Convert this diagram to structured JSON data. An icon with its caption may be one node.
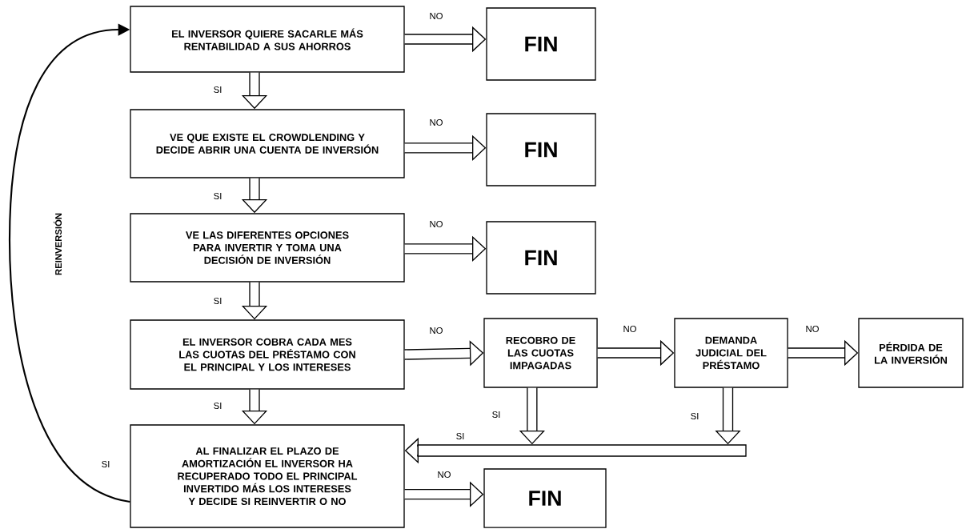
{
  "diagram": {
    "nodes": [
      {
        "text": [
          "EL INVERSOR QUIERE SACARLE MÁS RENTABILIDAD A SUS AHORROS"
        ]
      },
      {
        "text": [
          "FIN"
        ]
      },
      {
        "text": [
          "VE QUE EXISTE EL CROWDLENDING Y DECIDE ABRIR UNA CUENTA DE INVERSIÓN"
        ]
      },
      {
        "text": [
          "FIN"
        ]
      },
      {
        "text": [
          "VE LAS DIFERENTES OPCIONES PARA INVERTIR Y TOMA UNA DECISIÓN DE INVERSIÓN"
        ]
      },
      {
        "text": [
          "FIN"
        ]
      },
      {
        "text": [
          "EL INVERSOR COBRA CADA MES LAS CUOTAS DEL PRÉSTAMO CON EL PRINCIPAL Y LOS INTERESES"
        ]
      },
      {
        "text": [
          "RECOBRO DE LAS CUOTAS IMPAGADAS"
        ]
      },
      {
        "text": [
          "DEMANDA JUDICIAL DEL PRÉSTAMO"
        ]
      },
      {
        "text": [
          "PÉRDIDA DE LA INVERSIÓN"
        ]
      },
      {
        "text": [
          "AL FINALIZAR EL PLAZO DE AMORTIZACIÓN EL INVERSOR HA RECUPERADO TODO EL PRINCIPAL INVERTIDO MÁS LOS INTERESES Y DECIDE SI REINVERTIR O NO"
        ]
      },
      {
        "text": [],
        "shape": "bar"
      },
      {
        "text": [
          "FIN"
        ]
      }
    ],
    "edges": [
      {
        "from": 0,
        "to": 1,
        "arrow": "to",
        "label": "NO"
      },
      {
        "from": 0,
        "to": 2,
        "arrow": "to",
        "label": "SI"
      },
      {
        "from": 2,
        "to": 3,
        "arrow": "to",
        "label": "NO"
      },
      {
        "from": 2,
        "to": 4,
        "arrow": "to",
        "label": "SI"
      },
      {
        "from": 4,
        "to": 5,
        "arrow": "to",
        "label": "NO"
      },
      {
        "from": 4,
        "to": 6,
        "arrow": "to",
        "label": "SI"
      },
      {
        "from": 6,
        "to": 7,
        "arrow": "to",
        "label": "NO"
      },
      {
        "from": 7,
        "to": 8,
        "arrow": "to",
        "label": "NO"
      },
      {
        "from": 8,
        "to": 9,
        "arrow": "to",
        "label": "NO"
      },
      {
        "from": 6,
        "to": 10,
        "arrow": "to",
        "label": "SI"
      },
      {
        "from": 7,
        "to": 11,
        "arrow": "to",
        "label": "SI"
      },
      {
        "from": 8,
        "to": 11,
        "arrow": "to",
        "label": "SI"
      },
      {
        "from": 11,
        "to": 10,
        "arrow": "to",
        "label": "SI"
      },
      {
        "from": 10,
        "to": 12,
        "arrow": "to",
        "label": "NO"
      },
      {
        "from": 10,
        "to": 0,
        "arrow": "to",
        "label": "SI"
      }
    ],
    "labels": [
      "REINVERSIÓN"
    ]
  }
}
